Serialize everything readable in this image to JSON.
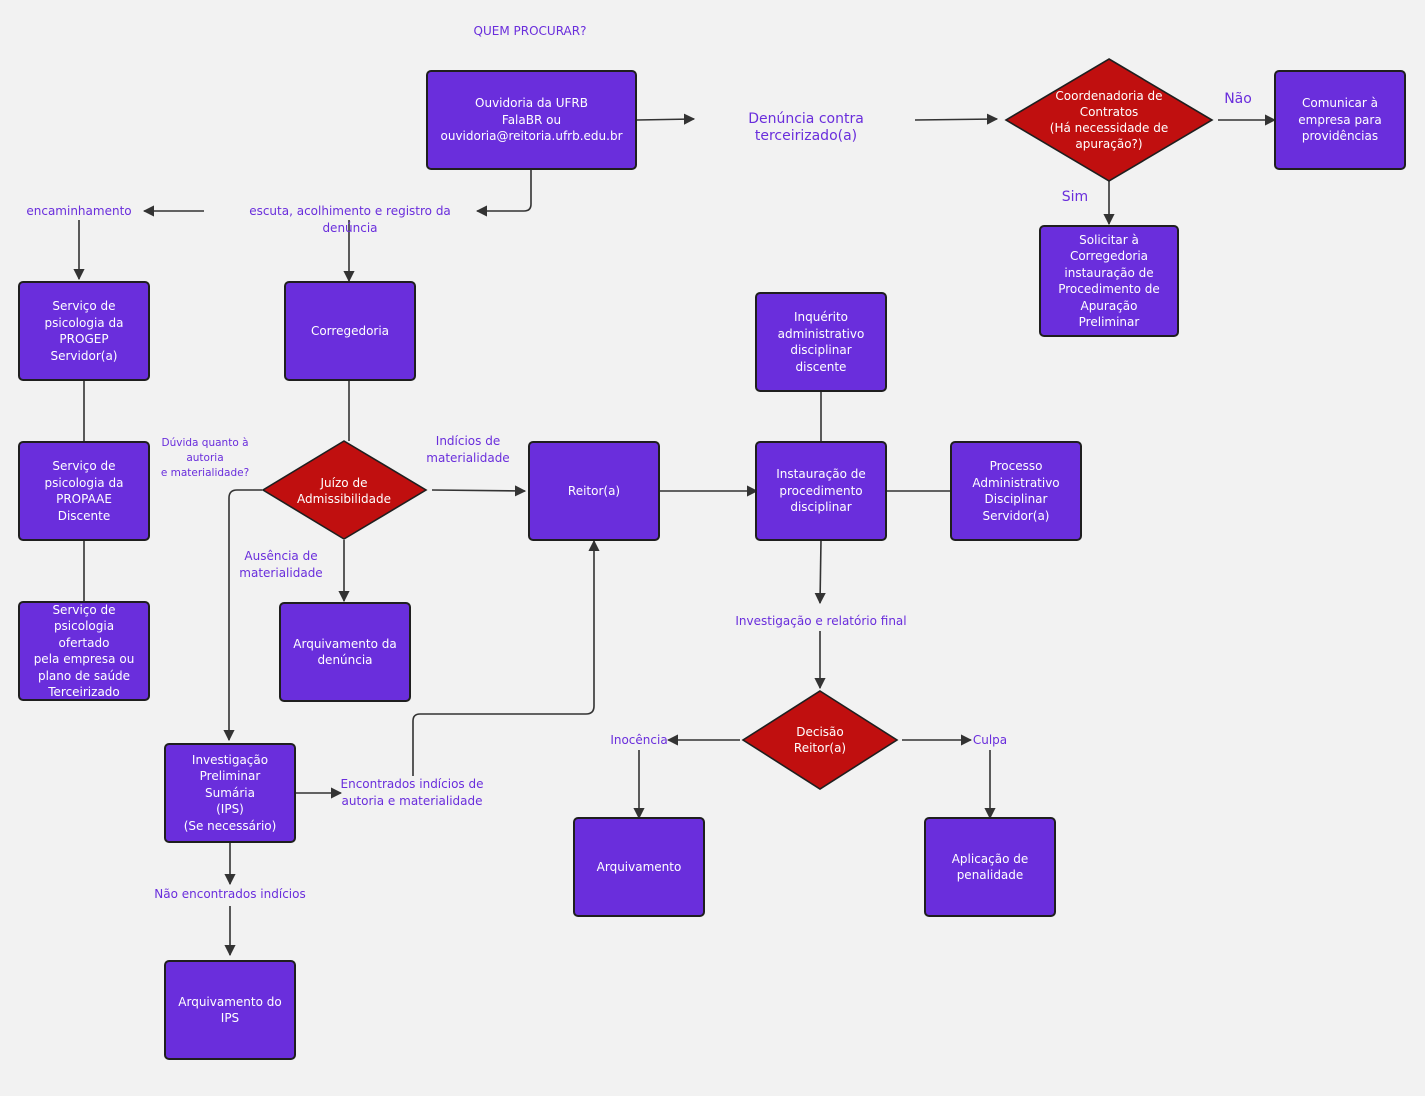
{
  "header": {
    "title": "QUEM PROCURAR?"
  },
  "colors": {
    "box_fill": "#6a2edc",
    "diamond_fill": "#c00f0f",
    "label_text": "#6a2edc",
    "connector": "#333333",
    "background": "#f2f2f2"
  },
  "nodes": {
    "ouvidoria": "Ouvidoria da UFRB\nFalaBR ou\nouvidoria@reitoria.ufrb.edu.br",
    "coordenadoria": "Coordenadoria de\nContratos\n(Há necessidade de\napuração?)",
    "comunicar": "Comunicar à\nempresa para\nprovidências",
    "solicitar": "Solicitar à\nCorregedoria\ninstauração de\nProcedimento de\nApuração Preliminar",
    "psico_progep": "Serviço de\npsicologia da\nPROGEP\nServidor(a)",
    "psico_propaae": "Serviço de\npsicologia da\nPROPAAE\nDiscente",
    "psico_terceirizado": "Serviço de\npsicologia ofertado\npela empresa ou\nplano de saúde\nTerceirizado",
    "corregedoria": "Corregedoria",
    "juizo": "Juízo de\nAdmissibilidade",
    "arquivamento_denuncia": "Arquivamento da\ndenúncia",
    "reitor": "Reitor(a)",
    "inquerito": "Inquérito\nadministrativo\ndisciplinar discente",
    "instauracao": "Instauração de\nprocedimento\ndisciplinar",
    "pad": "Processo\nAdministrativo\nDisciplinar\nServidor(a)",
    "ips": "Investigação\nPreliminar Sumária\n(IPS)\n(Se necessário)",
    "arquivamento_ips": "Arquivamento do\nIPS",
    "decisao": "Decisão\nReitor(a)",
    "arquivamento": "Arquivamento",
    "penalidade": "Aplicação de\npenalidade"
  },
  "labels": {
    "denuncia_terceirizado": "Denúncia contra terceirizado(a)",
    "nao": "Não",
    "sim": "Sim",
    "encaminhamento": "encaminhamento",
    "escuta": "escuta, acolhimento e registro da denúncia",
    "duvida": "Dúvida quanto à\nautoria\ne materialidade?",
    "indicios": "Indícios de\nmaterialidade",
    "ausencia": "Ausência de\nmaterialidade",
    "investigacao_relatorio": "Investigação e relatório final",
    "inocencia": "Inocência",
    "culpa": "Culpa",
    "encontrados": "Encontrados indícios de\nautoria e materialidade",
    "nao_encontrados": "Não encontrados indícios"
  }
}
